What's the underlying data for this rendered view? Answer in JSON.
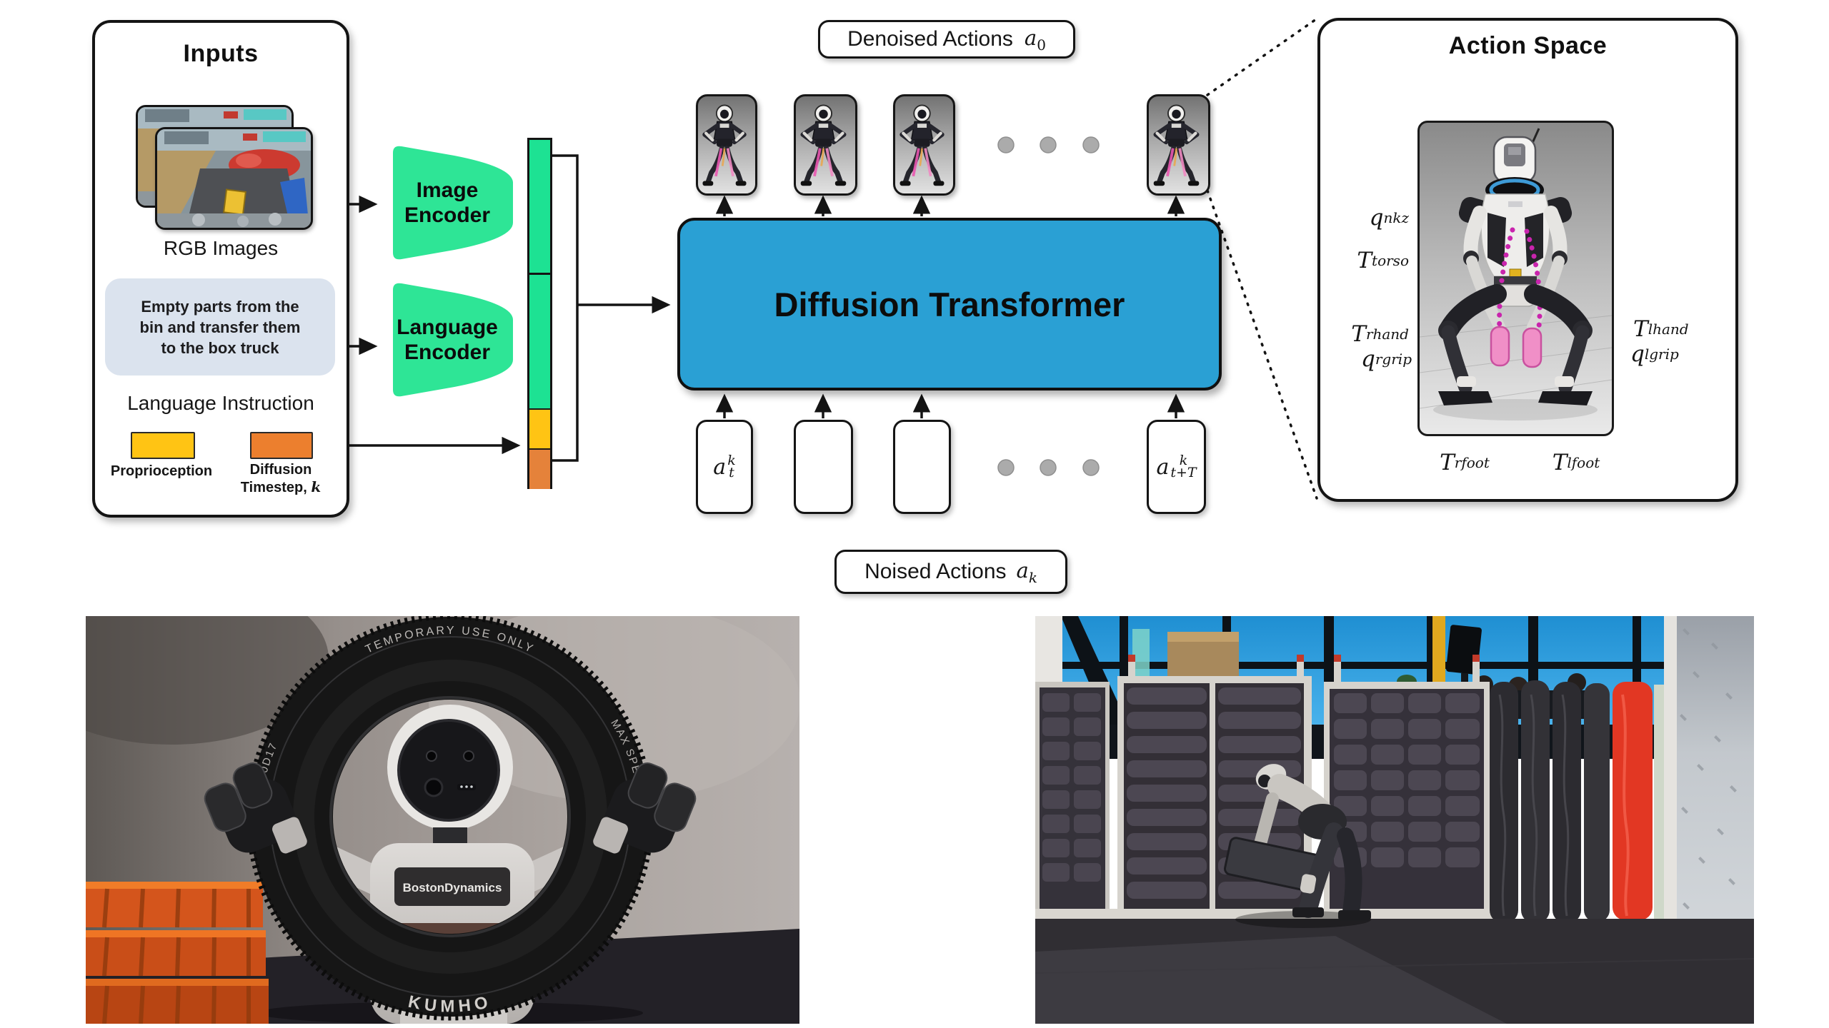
{
  "colors": {
    "encoder_green": "#2ee596",
    "token_green": "#1de293",
    "proprio_yellow": "#ffc414",
    "timestep_orange": "#ec7f2e",
    "token_orange": "#e5823a",
    "transformer_blue": "#2aa0d4",
    "leader_magenta": "#e23bc0",
    "instruction_bg": "#dbe3ee"
  },
  "inputs": {
    "title": "Inputs",
    "rgb_label": "RGB Images",
    "instruction_lines": [
      "Empty parts from the",
      "bin and transfer them",
      "to the box truck"
    ],
    "instruction_label": "Language Instruction",
    "proprioception_label": "Proprioception",
    "timestep_line1": "Diffusion",
    "timestep_line2_prefix": "Timestep, ",
    "timestep_var": "k"
  },
  "encoders": {
    "image_line1": "Image",
    "image_line2": "Encoder",
    "language_line1": "Language",
    "language_line2": "Encoder"
  },
  "transformer": {
    "label": "Diffusion Transformer"
  },
  "denoised_label": {
    "text": "Denoised Actions",
    "base": "a",
    "sub": "0"
  },
  "noised_label": {
    "text": "Noised Actions",
    "base": "a",
    "sub": "k"
  },
  "action_tokens": {
    "first": {
      "base": "a",
      "sup": "k",
      "sub": "t"
    },
    "last": {
      "base": "a",
      "sup": "k",
      "sub": "t+T"
    }
  },
  "action_space": {
    "title": "Action Space",
    "left_labels": [
      {
        "base": "q",
        "sub": "nkz"
      },
      {
        "base": "T",
        "sub": "torso"
      },
      {
        "base": "T",
        "sub": "rhand"
      },
      {
        "base": "q",
        "sub": "rgrip"
      }
    ],
    "right_labels": [
      {
        "base": "T",
        "sub": "lhand"
      },
      {
        "base": "q",
        "sub": "lgrip"
      }
    ],
    "bottom_labels": [
      {
        "base": "T",
        "sub": "rfoot"
      },
      {
        "base": "T",
        "sub": "lfoot"
      }
    ]
  },
  "photos": {
    "left": {
      "brand": "BostonDynamics",
      "tire_text_top": "TEMPORARY USE ONLY",
      "tire_text_left": "T 135/80D17",
      "tire_text_right": "MAX SPEED 50 MPH",
      "tire_text_bottom": "KUMHO"
    }
  }
}
